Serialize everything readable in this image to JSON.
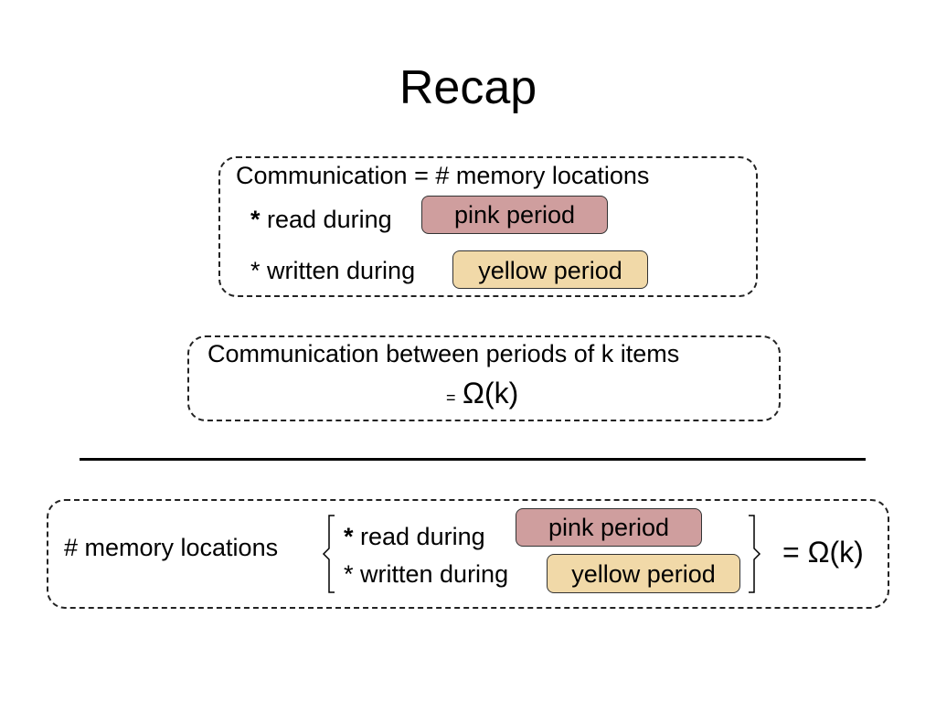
{
  "slide": {
    "title": "Recap"
  },
  "box1": {
    "line1": "Communication  =  # memory locations",
    "read_star": "*",
    "read_label": " read during",
    "pink_label": "pink period",
    "written_label": "* written during",
    "yellow_label": "yellow period"
  },
  "box2": {
    "line1": "Communication between periods of k items",
    "eq_sign": "=",
    "omega": "Ω(k)"
  },
  "box3": {
    "left_label": "# memory locations",
    "read_star": "*",
    "read_label": " read during",
    "pink_label": "pink period",
    "written_label": "* written during",
    "yellow_label": "yellow period",
    "result": "= Ω(k)"
  },
  "colors": {
    "pink": "#cf9e9e",
    "yellow": "#f1d9a8"
  }
}
